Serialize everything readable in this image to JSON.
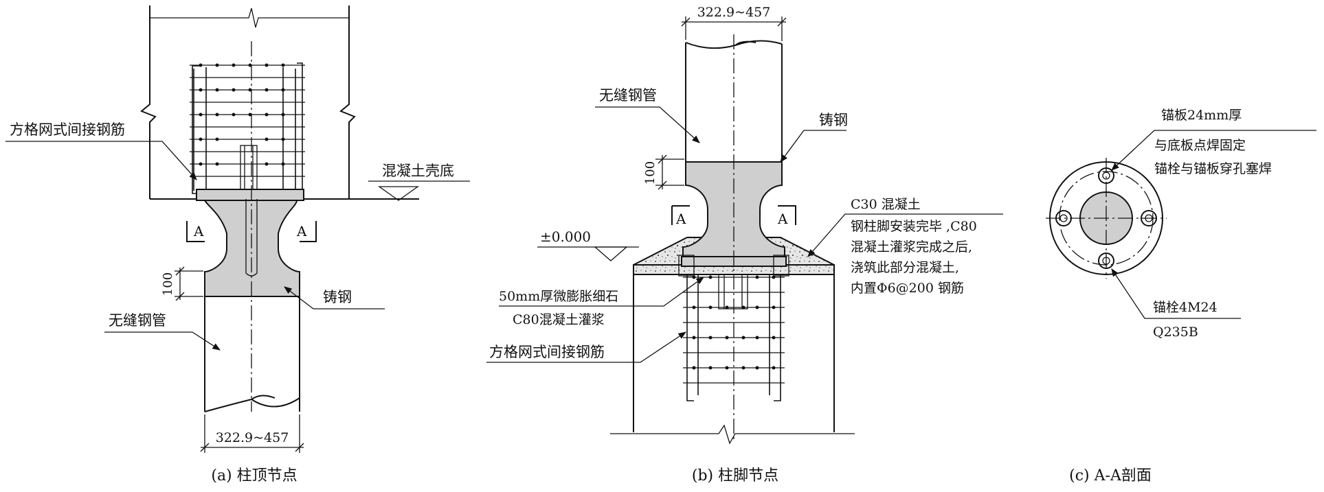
{
  "panels": {
    "a": {
      "caption": "(a) 柱顶节点",
      "labels": {
        "mesh": "方格网式间接钢筋",
        "slab_bottom": "混凝土壳底",
        "section_mark": "A",
        "dim_100": "100",
        "cast_steel": "铸钢",
        "seamless_pipe": "无缝钢管",
        "dim_diameter": "322.9~457"
      }
    },
    "b": {
      "caption": "(b) 柱脚节点",
      "labels": {
        "dim_diameter": "322.9~457",
        "seamless_pipe": "无缝钢管",
        "cast_steel": "铸钢",
        "dim_100": "100",
        "section_mark": "A",
        "elevation": "±0.000",
        "concrete_note": [
          "C30 混凝土",
          "钢柱脚安装完毕 ,C80",
          "混凝土灌浆完成之后,",
          "浇筑此部分混凝土,",
          "内置Φ6@200 钢筋"
        ],
        "grout_note": [
          "50mm厚微膨胀细石",
          "C80混凝土灌浆"
        ],
        "mesh": "方格网式间接钢筋"
      }
    },
    "c": {
      "caption": "(c) A-A剖面",
      "labels": {
        "plate_note": [
          "锚板24mm厚",
          "与底板点焊固定",
          "锚栓与锚板穿孔塞焊"
        ],
        "bolt_note": [
          "锚栓4M24",
          "Q235B"
        ]
      }
    }
  }
}
